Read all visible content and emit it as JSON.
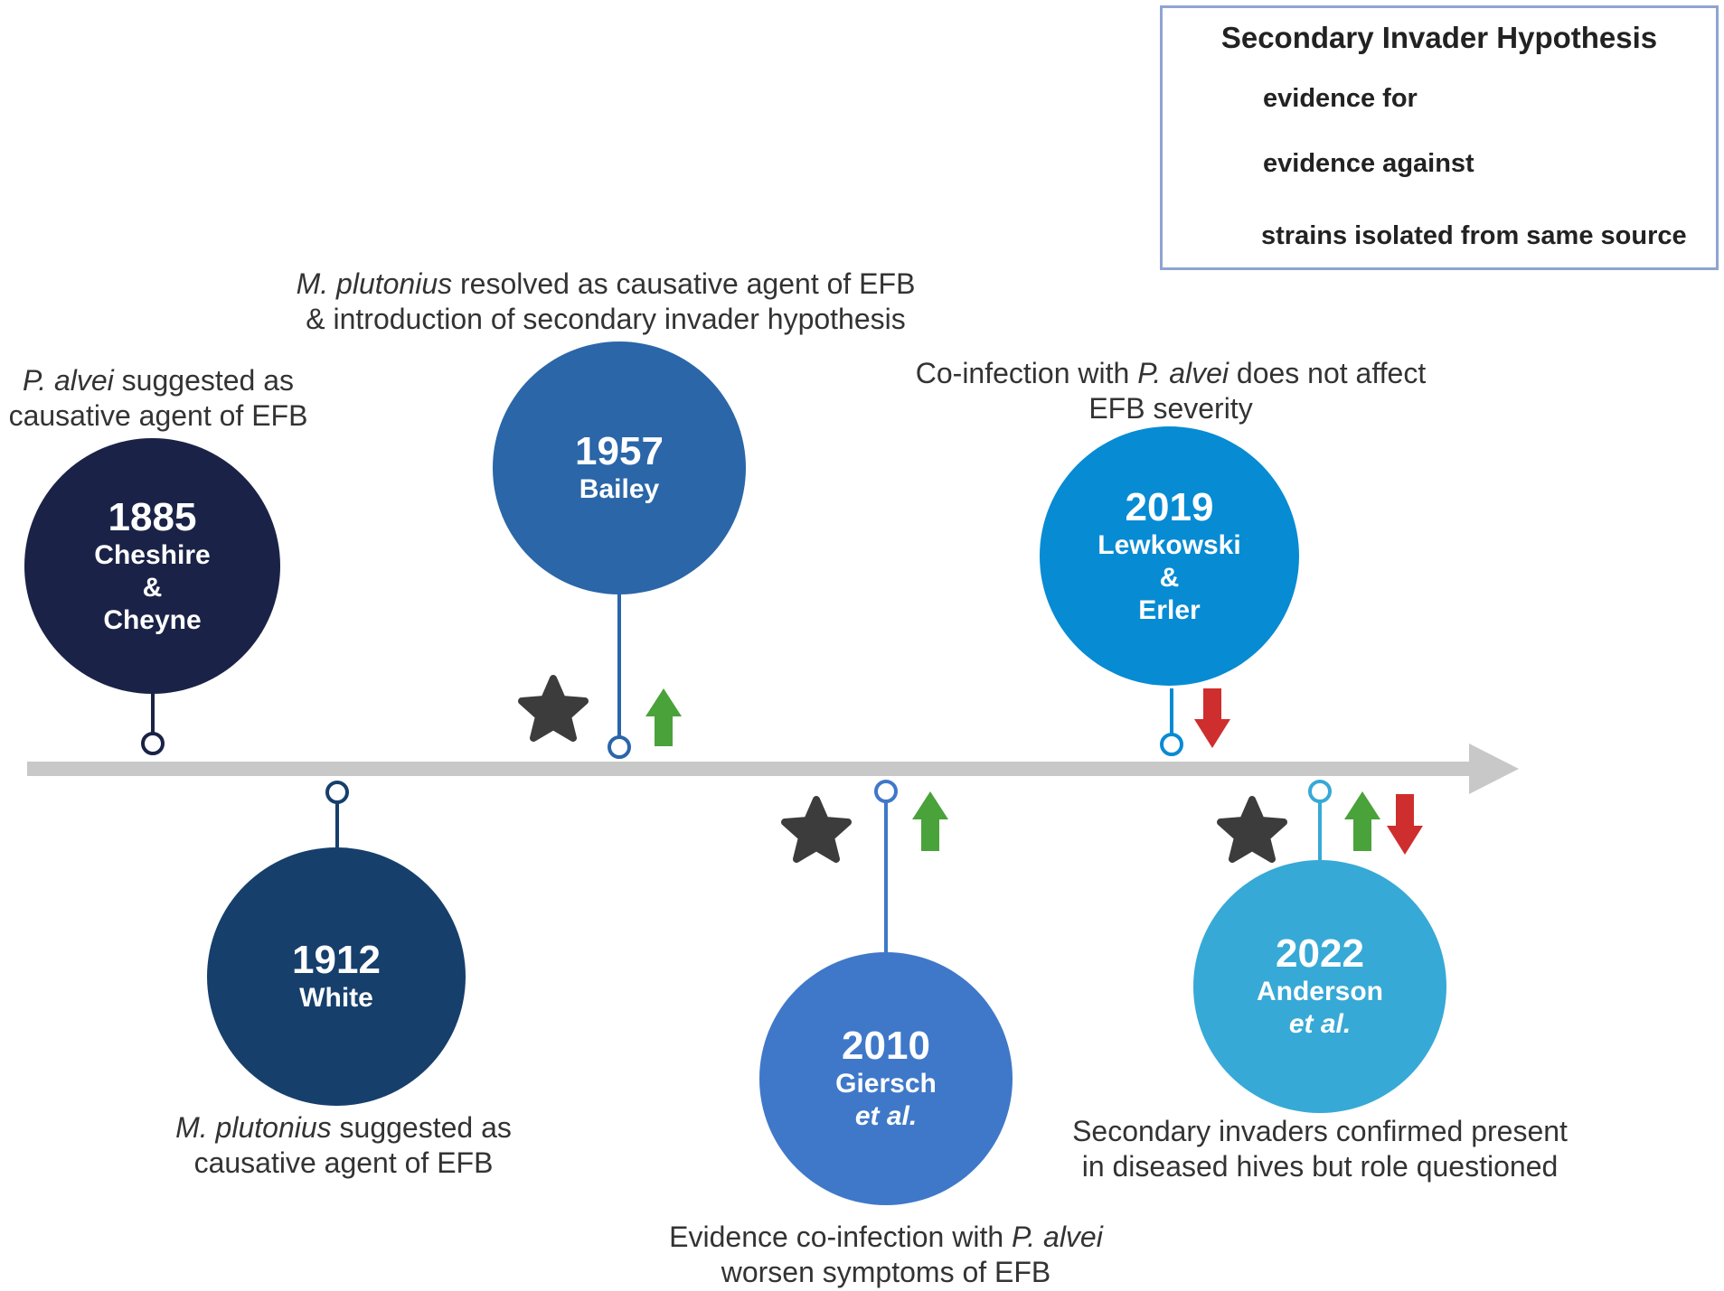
{
  "legend": {
    "title": "Secondary Invader Hypothesis",
    "evidence_for": "evidence for",
    "evidence_against": "evidence against",
    "same_source": "strains isolated from same source"
  },
  "colors": {
    "axis": "#c8c8c8",
    "arrow_up": "#4aa23a",
    "arrow_down": "#cf2e2e",
    "star": "#3c3c3c",
    "legend_border": "#8ea4d2"
  },
  "events": [
    {
      "id": "1885",
      "year": "1885",
      "authors_1": "Cheshire",
      "authors_2": "&",
      "authors_3": "Cheyne",
      "side": "above",
      "color": "#1a2347",
      "caption_prefix": "P. alvei",
      "caption_line1": " suggested as",
      "caption_line2": "causative agent of EFB",
      "markers": []
    },
    {
      "id": "1912",
      "year": "1912",
      "authors_1": "White",
      "side": "below",
      "color": "#163f6c",
      "caption_prefix": "M. plutonius",
      "caption_line1": " suggested as",
      "caption_line2": "causative agent of EFB",
      "markers": []
    },
    {
      "id": "1957",
      "year": "1957",
      "authors_1": "Bailey",
      "side": "above",
      "color": "#2a66a8",
      "caption_prefix": "M. plutonius",
      "caption_line1": " resolved as causative agent of EFB",
      "caption_line2": "& introduction of secondary invader hypothesis",
      "markers": [
        "star",
        "up"
      ]
    },
    {
      "id": "2010",
      "year": "2010",
      "authors_1": "Giersch",
      "authors_italic": "et al.",
      "side": "below",
      "color": "#3f78c9",
      "caption_line1_pre": "Evidence co-infection with ",
      "caption_prefix": "P. alvei",
      "caption_line2": "worsen symptoms of EFB",
      "markers": [
        "star",
        "up"
      ]
    },
    {
      "id": "2019",
      "year": "2019",
      "authors_1": "Lewkowski",
      "authors_2": "&",
      "authors_3": "Erler",
      "side": "above",
      "color": "#078bd3",
      "caption_line1_pre": "Co-infection with ",
      "caption_prefix": "P. alvei",
      "caption_line1": " does not affect",
      "caption_line2": "EFB severity",
      "markers": [
        "down"
      ]
    },
    {
      "id": "2022",
      "year": "2022",
      "authors_1": "Anderson",
      "authors_italic": "et al.",
      "side": "below",
      "color": "#37a9d6",
      "caption_line1": "Secondary invaders confirmed present",
      "caption_line2": "in diseased hives but role questioned",
      "markers": [
        "star",
        "up",
        "down"
      ]
    }
  ]
}
